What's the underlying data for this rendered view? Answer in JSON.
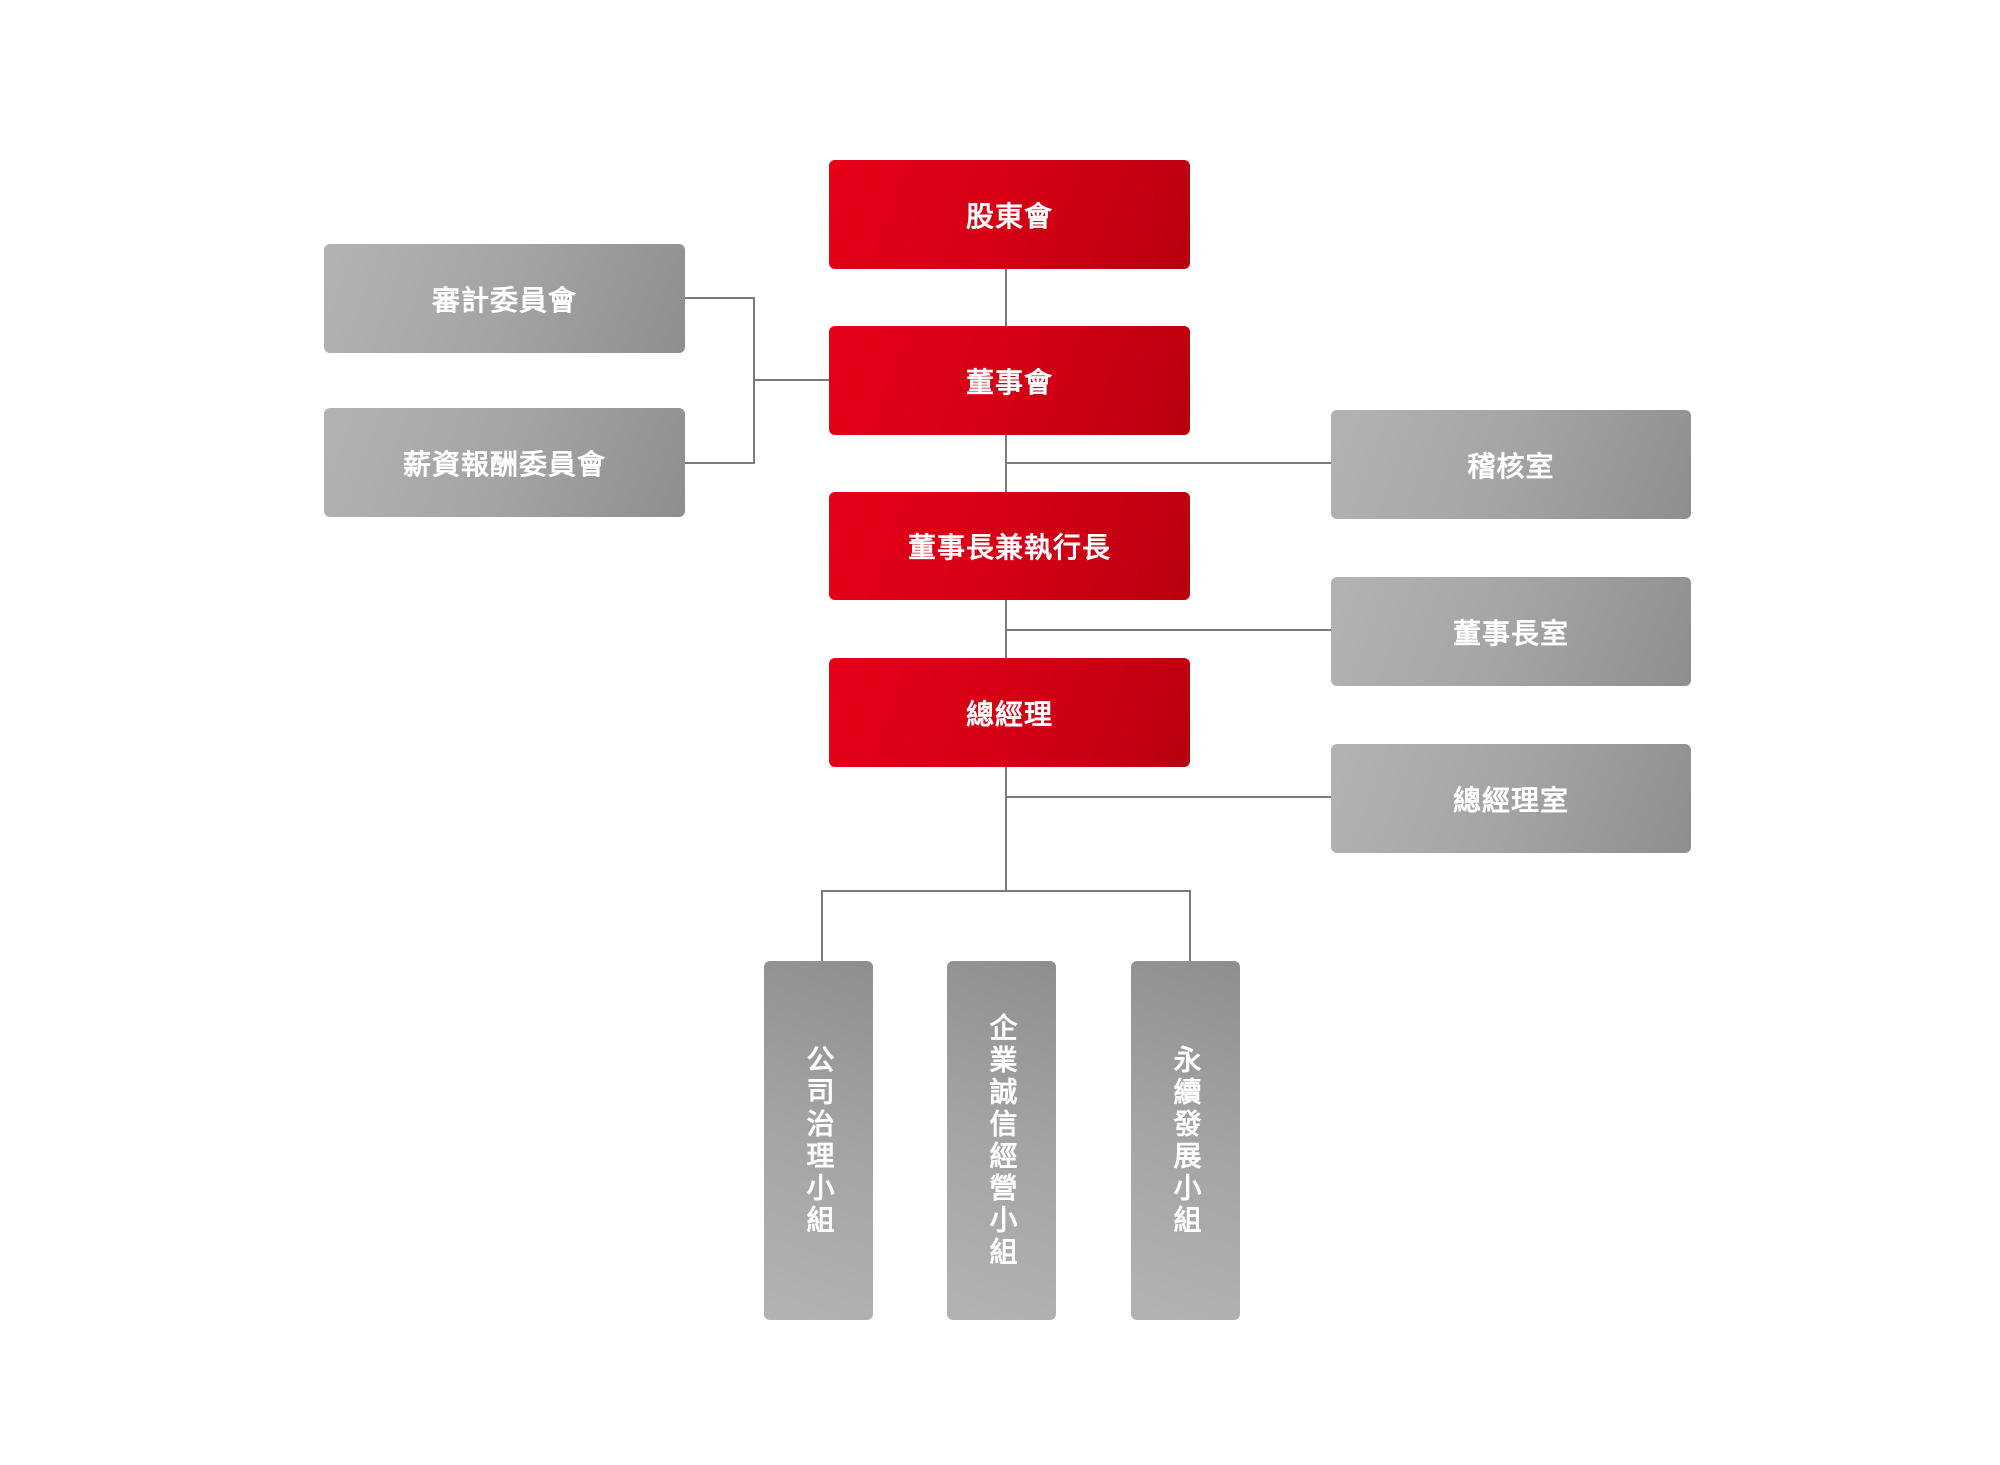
{
  "core": {
    "shareholders": "股東會",
    "board": "董事會",
    "chairman_ceo": "董事長兼執行長",
    "general_manager": "總經理"
  },
  "committees": {
    "audit": "審計委員會",
    "remuneration": "薪資報酬委員會"
  },
  "offices": {
    "audit_office": "稽核室",
    "chairman_office": "董事長室",
    "gm_office": "總經理室"
  },
  "groups": {
    "governance": "公司治理小組",
    "integrity": "企業誠信經營小組",
    "sustainability": "永續發展小組"
  },
  "colors": {
    "primary": "#d50015",
    "secondary": "#a4a4a4",
    "line": "#7a7a7a"
  }
}
